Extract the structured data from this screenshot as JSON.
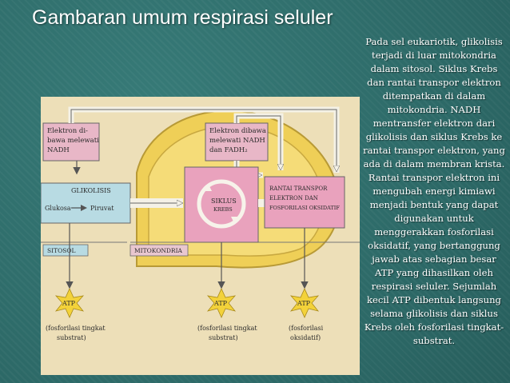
{
  "slide": {
    "title": "Gambaran umum respirasi seluler",
    "body": "Pada sel eukariotik, glikolisis terjadi di luar mitokondria dalam sitosol. Siklus Krebs dan rantai transpor elektron ditempatkan di dalam mitokondria. NADH mentransfer elektron dari glikolisis dan siklus Krebs ke rantai transpor elektron, yang ada di dalam membran krista. Rantai transpor elektron ini mengubah energi kimiawi menjadi bentuk yang dapat digunakan untuk menggerakkan fosforilasi oksidatif, yang bertanggung jawab atas sebagian besar ATP yang dihasilkan oleh respirasi seluler. Sejumlah kecil ATP dibentuk langsung selama glikolisis dan siklus Krebs oleh fosforilasi tingkat-substrat."
  },
  "figure": {
    "box_nadh_left": [
      "Elektron di-",
      "bawa melewati",
      "NADH"
    ],
    "box_nadh_fadh": [
      "Elektron dibawa",
      "melewati NADH",
      "dan FADH₂"
    ],
    "glikolisis": "GLIKOLISIS",
    "glukosa": "Glukosa",
    "piruvat": "Piruvat",
    "siklus": [
      "SIKLUS",
      "KREBS"
    ],
    "rantai": [
      "RANTAI TRANSPOR",
      "ELEKTRON DAN",
      "FOSFORILASI OKSIDATIF"
    ],
    "sitosol": "SITOSOL",
    "mitokondria": "MITOKONDRIA",
    "atp": "ATP",
    "atp_labels": [
      [
        "(fosforilasi tingkat",
        "substrat)"
      ],
      [
        "(fosforilasi tingkat",
        "substrat)"
      ],
      [
        "(fosforilasi",
        "oksidatif)"
      ]
    ]
  }
}
